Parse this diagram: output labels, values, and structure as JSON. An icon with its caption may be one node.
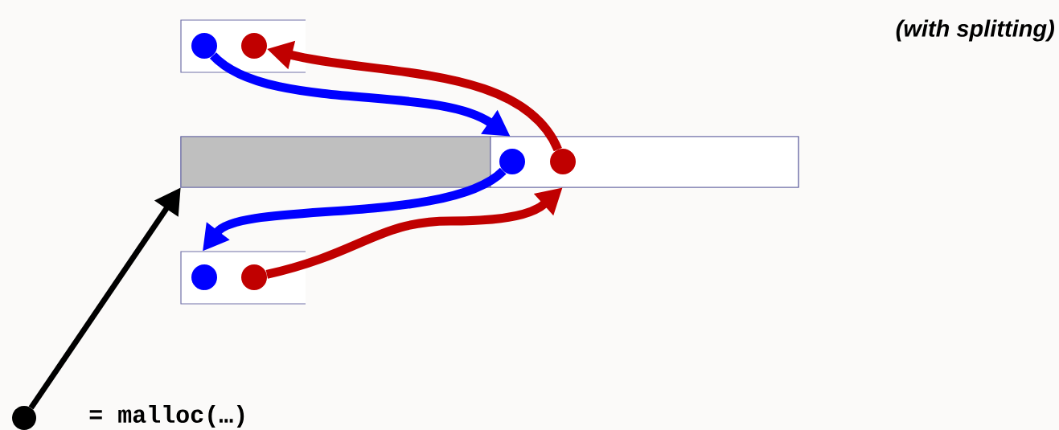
{
  "diagram": {
    "nodes": [
      {
        "text": [],
        "shape": "box"
      },
      {
        "text": [],
        "shape": "circle",
        "in": 0
      },
      {
        "text": [],
        "shape": "circle",
        "in": 0
      },
      {
        "text": [],
        "shape": "bar"
      },
      {
        "text": [],
        "shape": "box",
        "in": 3
      },
      {
        "text": [],
        "shape": "box",
        "in": 3
      },
      {
        "text": [],
        "shape": "circle",
        "in": 5
      },
      {
        "text": [],
        "shape": "circle",
        "in": 5
      },
      {
        "text": [],
        "shape": "box"
      },
      {
        "text": [],
        "shape": "circle",
        "in": 8
      },
      {
        "text": [],
        "shape": "circle",
        "in": 8
      },
      {
        "text": [],
        "shape": "circle"
      }
    ],
    "edges": [
      {
        "from": 1,
        "to": 5,
        "arrow": "to",
        "color": "#0000ff"
      },
      {
        "from": 7,
        "to": 2,
        "arrow": "to",
        "color": "#c00000"
      },
      {
        "from": 6,
        "to": 8,
        "arrow": "to",
        "color": "#0000ff"
      },
      {
        "from": 10,
        "to": 5,
        "arrow": "to",
        "color": "#c00000"
      },
      {
        "from": 11,
        "to": 4,
        "arrow": "to",
        "color": "#000000"
      }
    ],
    "labels": [
      "(with splitting)",
      "= malloc(…)"
    ]
  }
}
